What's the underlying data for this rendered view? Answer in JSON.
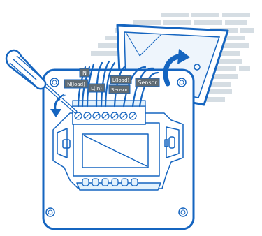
{
  "diagram": {
    "labels": {
      "n": "N",
      "n_load": "N(load)",
      "l_in": "L(in)",
      "l_load": "L(load)",
      "sensor_1": "Sensor",
      "sensor_2": "Sensor"
    }
  },
  "colors": {
    "outline": "#1565c0",
    "fill_light": "#e3f2fd",
    "wall": "#cfd8dc",
    "tag_bg": "#5f6b73",
    "tag_text": "#ffffff"
  }
}
